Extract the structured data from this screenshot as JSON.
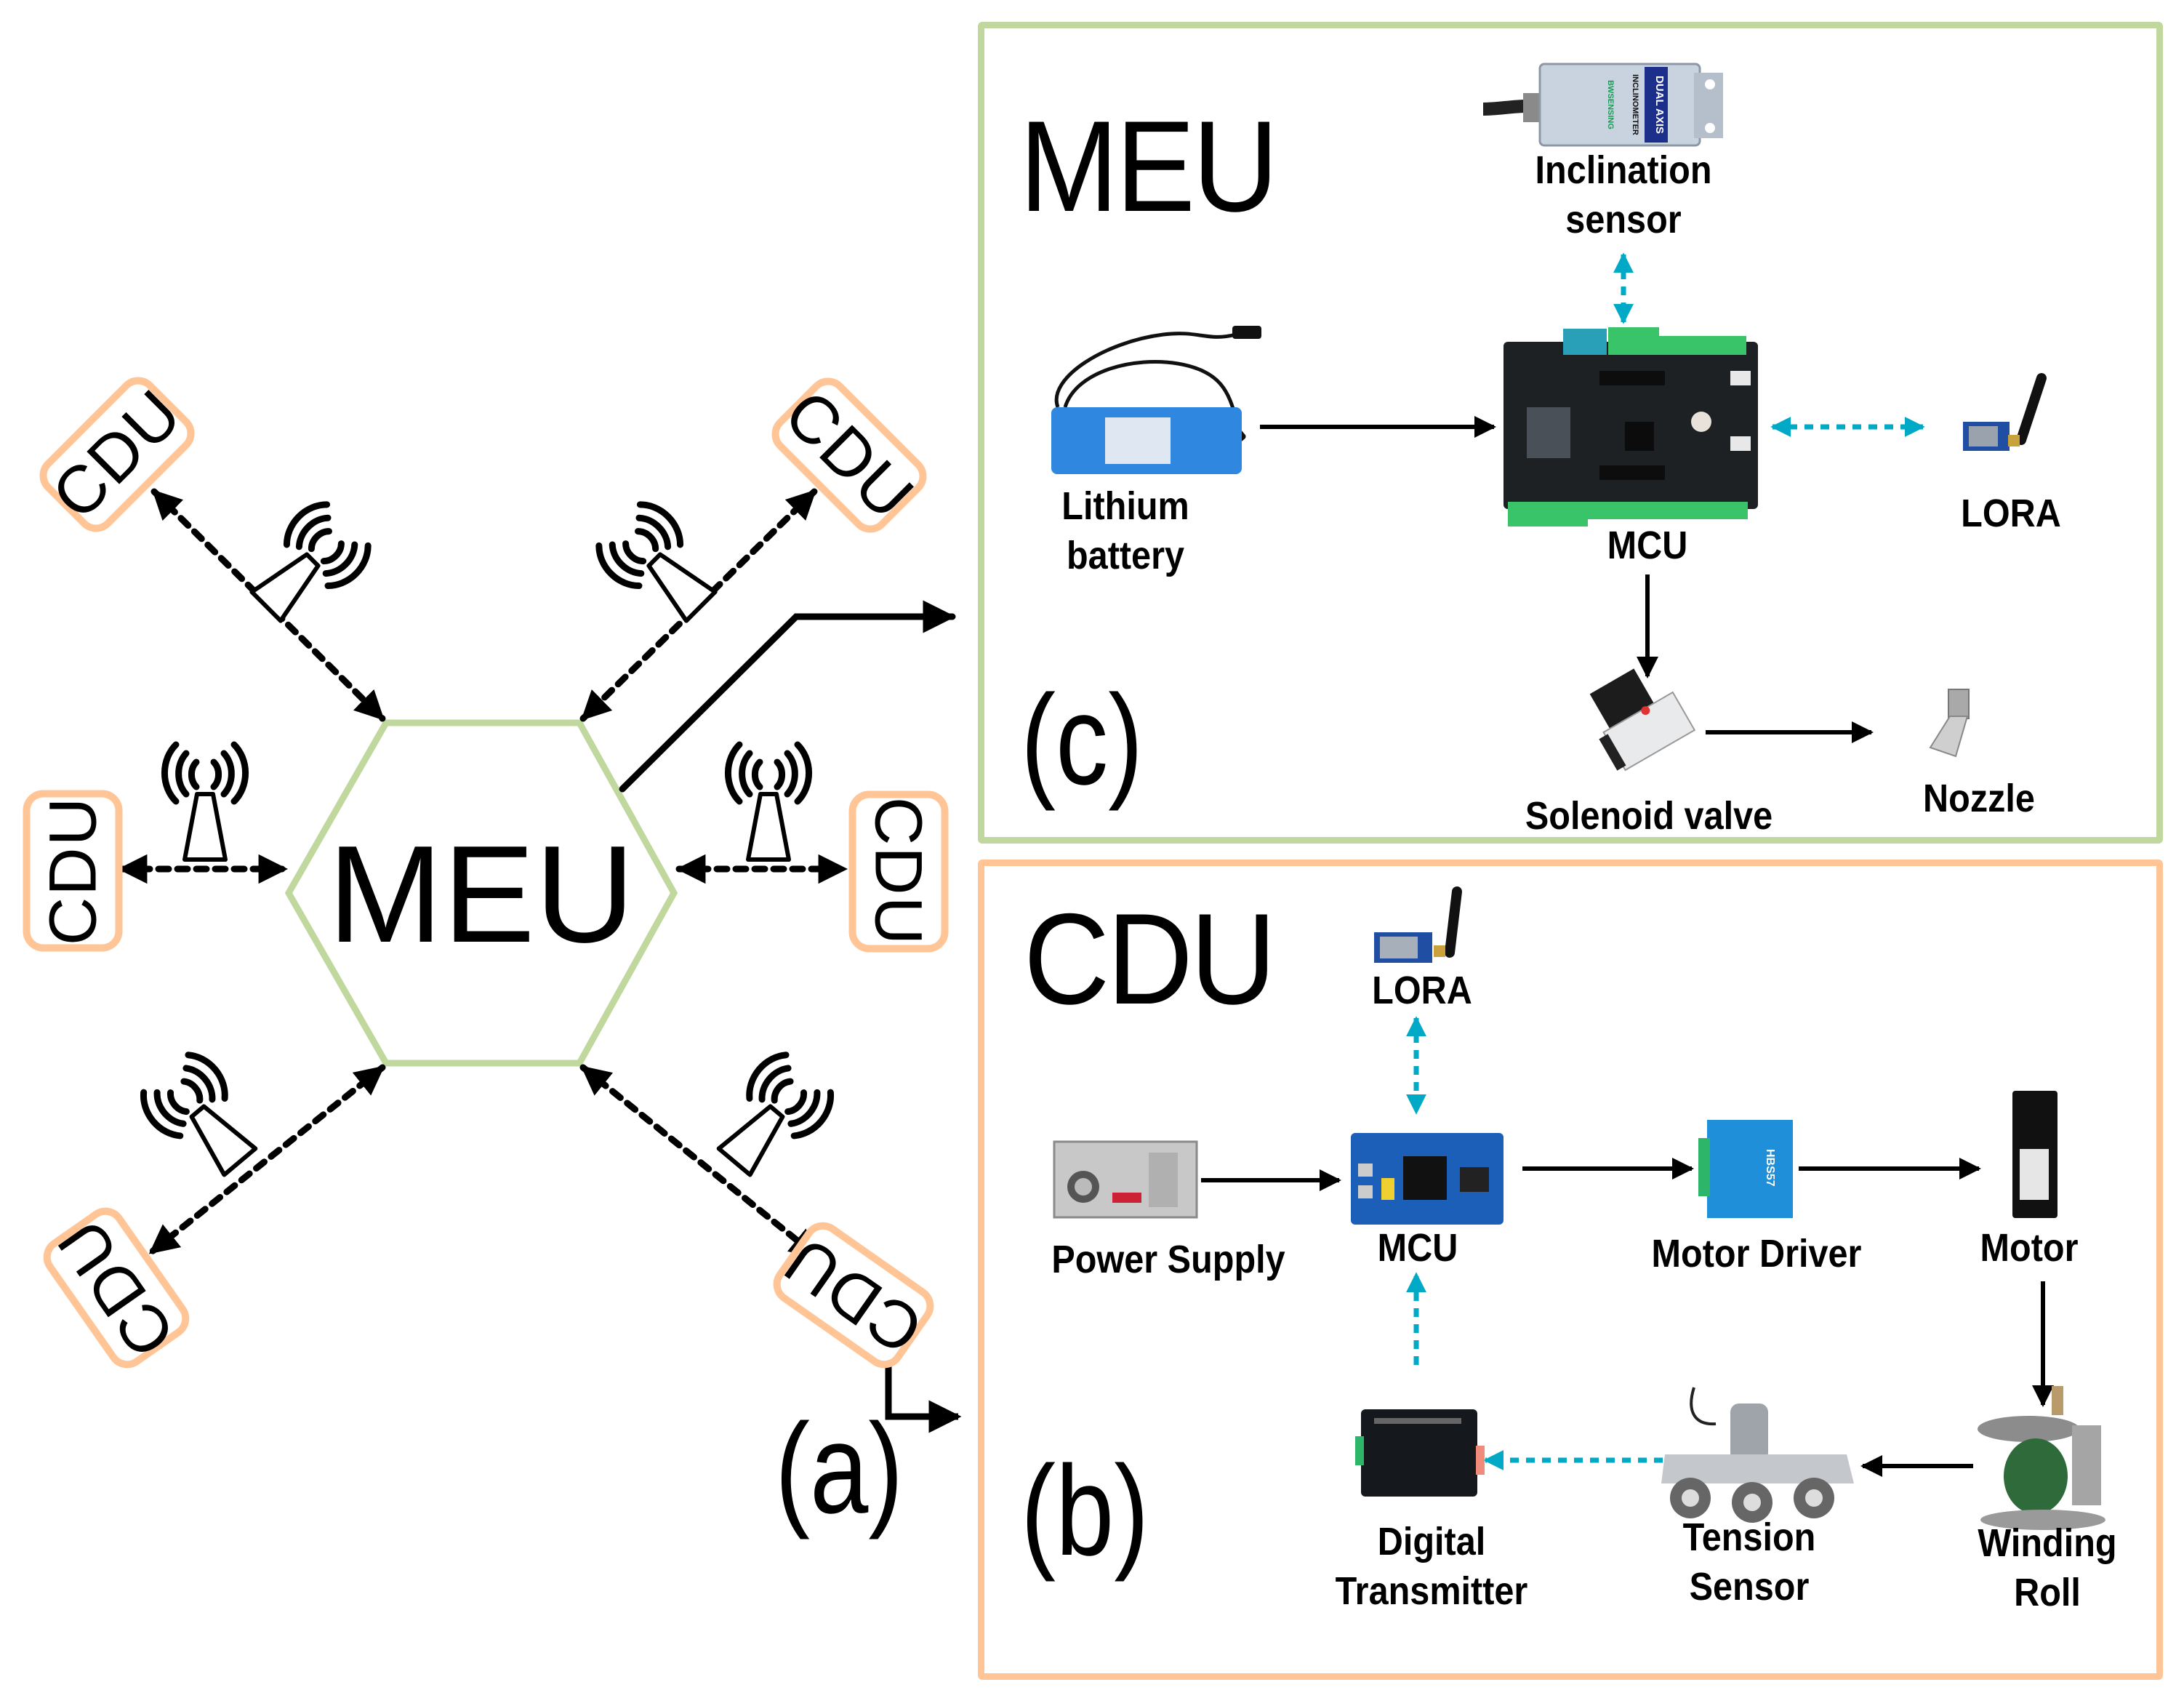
{
  "colors": {
    "meu_green": "#C0D89E",
    "cdu_orange": "#FFC596",
    "wireless_cyan": "#00A9C6",
    "line_black": "#000000"
  },
  "panel_a": {
    "label": "(a)",
    "center_node": "MEU",
    "nodes": [
      {
        "label": "CDU",
        "position": "top-left"
      },
      {
        "label": "CDU",
        "position": "top-right"
      },
      {
        "label": "CDU",
        "position": "left"
      },
      {
        "label": "CDU",
        "position": "right"
      },
      {
        "label": "CDU",
        "position": "bottom-left"
      },
      {
        "label": "CDU",
        "position": "bottom-right"
      }
    ],
    "link_icon": "wireless-antenna-icon"
  },
  "panel_c": {
    "label": "(c)",
    "title": "MEU",
    "components": {
      "inclination_sensor": {
        "line1": "Inclination",
        "line2": "sensor"
      },
      "battery": {
        "line1": "Lithium",
        "line2": "battery"
      },
      "mcu": "MCU",
      "lora": "LORA",
      "solenoid": "Solenoid valve",
      "nozzle": "Nozzle"
    },
    "sensor_markings": {
      "brand": "BWSENSING",
      "type": "INCLINOMETER",
      "badge": "DUAL AXIS"
    }
  },
  "panel_b": {
    "label": "(b)",
    "title": "CDU",
    "components": {
      "lora": "LORA",
      "power_supply": "Power Supply",
      "mcu": "MCU",
      "motor_driver": "Motor Driver",
      "motor": "Motor",
      "winding_roll": {
        "line1": "Winding",
        "line2": "Roll"
      },
      "tension_sensor": {
        "line1": "Tension",
        "line2": "Sensor"
      },
      "digital_transmitter": {
        "line1": "Digital",
        "line2": "Transmitter"
      }
    },
    "driver_marking": "HBS57"
  }
}
